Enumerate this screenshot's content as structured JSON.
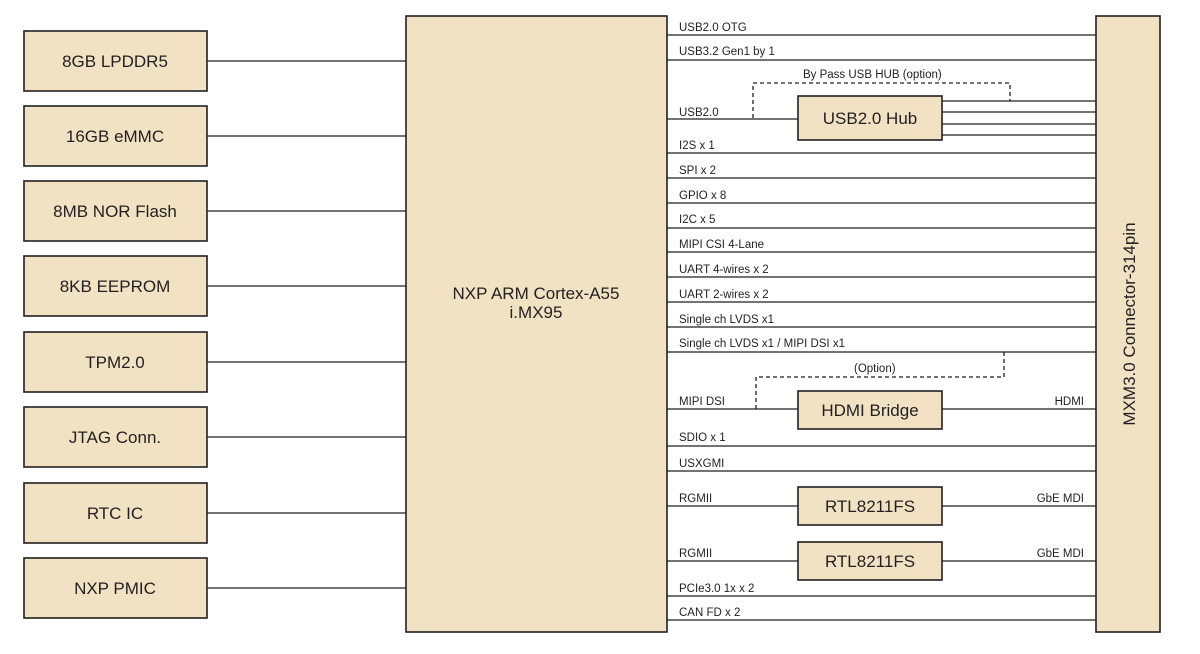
{
  "left_blocks": [
    {
      "label": "8GB LPDDR5"
    },
    {
      "label": "16GB eMMC"
    },
    {
      "label": "8MB NOR Flash"
    },
    {
      "label": "8KB EEPROM"
    },
    {
      "label": "TPM2.0"
    },
    {
      "label": "JTAG Conn."
    },
    {
      "label": "RTC IC"
    },
    {
      "label": "NXP PMIC"
    }
  ],
  "soc": {
    "line1": "NXP ARM Cortex-A55",
    "line2": "i.MX95"
  },
  "connector": {
    "label": "MXM3.0 Connector-314pin"
  },
  "interfaces": {
    "usb_otg": "USB2.0 OTG",
    "usb3": "USB3.2 Gen1 by 1",
    "usb2": "USB2.0",
    "bypass": "By Pass USB HUB (option)",
    "i2s": "I2S x 1",
    "spi": "SPI x 2",
    "gpio": "GPIO x 8",
    "i2c": "I2C x 5",
    "csi": "MIPI CSI 4-Lane",
    "uart4": "UART 4-wires x 2",
    "uart2": "UART 2-wires x 2",
    "lvds1": "Single ch LVDS x1",
    "lvds_dsi": "Single ch LVDS x1 / MIPI DSI x1",
    "option": "(Option)",
    "mipi_dsi": "MIPI DSI",
    "hdmi": "HDMI",
    "sdio": "SDIO x 1",
    "usxgmi": "USXGMI",
    "rgmii1": "RGMII",
    "gbe1": "GbE MDI",
    "rgmii2": "RGMII",
    "gbe2": "GbE MDI",
    "pcie": "PCIe3.0 1x  x 2",
    "can": "CAN FD x 2"
  },
  "chips": {
    "usb_hub": "USB2.0 Hub",
    "hdmi_bridge": "HDMI Bridge",
    "phy1": "RTL8211FS",
    "phy2": "RTL8211FS"
  },
  "colors": {
    "block_fill": "#f2e2c4",
    "stroke": "#231f20"
  }
}
